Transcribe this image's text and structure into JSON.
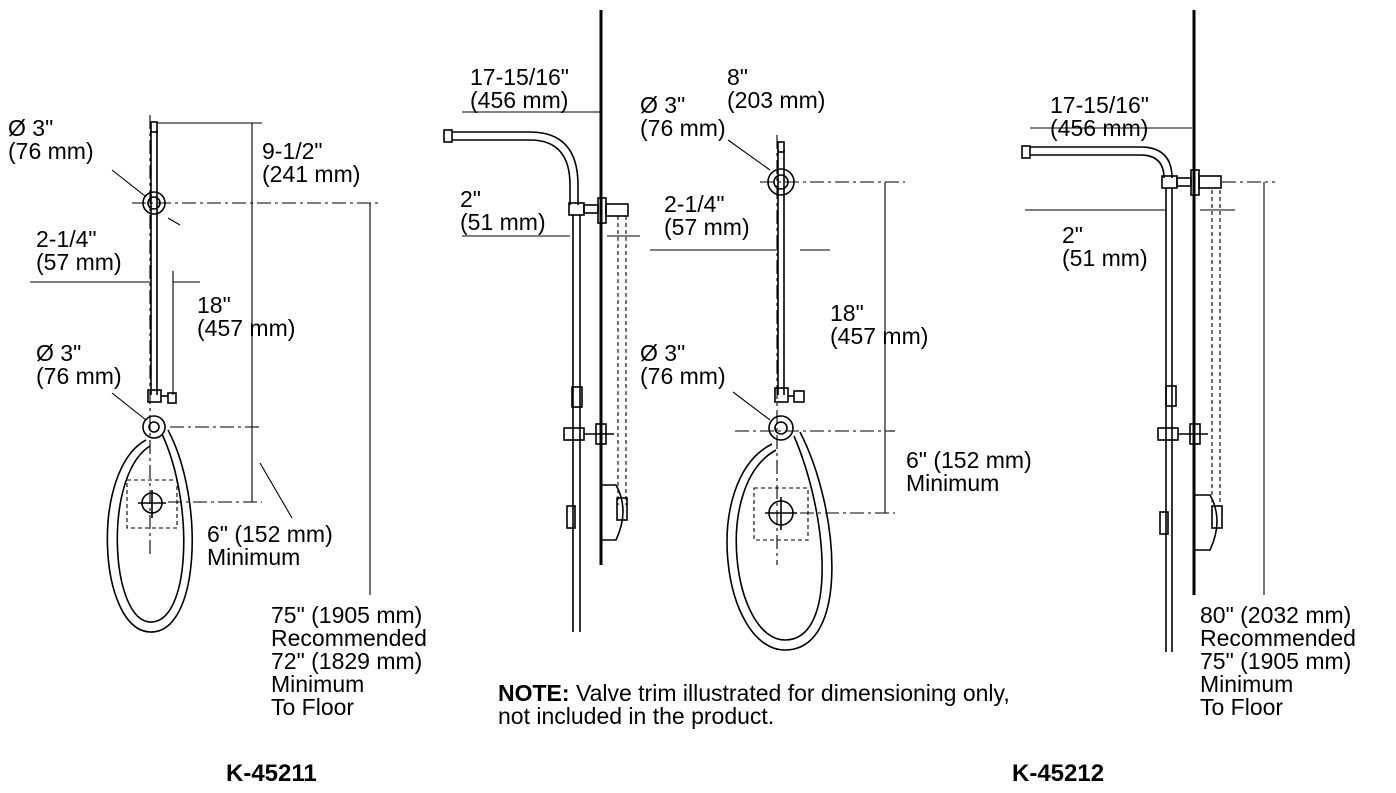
{
  "diagram": {
    "labels": {
      "a_dia_top": "Ø 3\"\n(76 mm)",
      "a_height_top": "9-1/2\"\n(241 mm)",
      "a_offset": "2-1/4\"\n(57 mm)",
      "a_span": "18\"\n(457 mm)",
      "a_dia_bottom": "Ø 3\"\n(76 mm)",
      "a_min_gap": "6\" (152 mm)\nMinimum",
      "a_floor": "75\" (1905 mm)\nRecommended\n72\" (1829 mm)\nMinimum\nTo Floor",
      "b_reach": "17-15/16\"\n(456 mm)",
      "b_wall_offset": "2\"\n(51 mm)",
      "c_top_height": "8\"\n(203 mm)",
      "c_dia_top": "Ø 3\"\n(76 mm)",
      "c_offset": "2-1/4\"\n(57 mm)",
      "c_span": "18\"\n(457 mm)",
      "c_dia_bottom": "Ø 3\"\n(76 mm)",
      "c_min_gap": "6\" (152 mm)\nMinimum",
      "d_reach": "17-15/16\"\n(456 mm)",
      "d_wall_offset": "2\"\n(51 mm)",
      "d_floor": "80\" (2032 mm)\nRecommended\n75\" (1905 mm)\nMinimum\nTo Floor"
    },
    "note": {
      "prefix": "NOTE:",
      "text": " Valve trim illustrated for dimensioning only,\nnot included in the product."
    },
    "models": {
      "left": "K-45211",
      "right": "K-45212"
    }
  }
}
